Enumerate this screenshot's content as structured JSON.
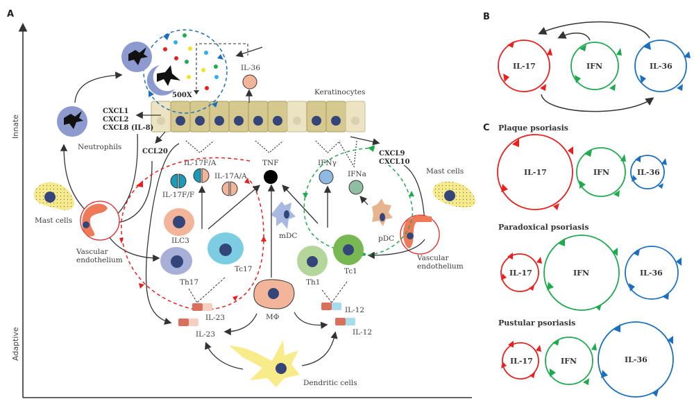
{
  "panels": {
    "a": "A",
    "b": "B",
    "c": "C"
  },
  "axis": {
    "innate": "Innate",
    "adaptive": "Adaptive"
  },
  "panel_a": {
    "magnification": "500X",
    "il36": "IL-36",
    "keratinocytes": "Keratinocytes",
    "chemokines_left": [
      "CXCL1",
      "CXCL2",
      "CXCL8 (IL-8)"
    ],
    "chemokines_right": [
      "CXCL9",
      "CXCL10"
    ],
    "neutrophils": "Neutrophils",
    "ccl20": "CCL20",
    "mast_cells_left": "Mast cells",
    "mast_cells_right": "Mast cells",
    "vascular_left": [
      "Vascular",
      "endothelium"
    ],
    "vascular_right": [
      "Vascular",
      "endothelium"
    ],
    "il17fa": "IL-17F/A",
    "il17ff": "IL-17F/F",
    "il17aa": "IL-17A/A",
    "tnf": "TNF",
    "ifng": "IFNγ",
    "ifna": "IFNa",
    "ilc3": "ILC3",
    "th17": "Th17",
    "tc17": "Tc17",
    "mdc": "mDC",
    "pdc": "pDC",
    "th1": "Th1",
    "tc1": "Tc1",
    "macrophage": "MΦ",
    "il23_a": "IL-23",
    "il23_b": "IL-23",
    "il12_a": "IL-12",
    "il12_b": "IL-12",
    "dendritic": "Dendritic cells"
  },
  "panel_b": {
    "loops": [
      "IL-17",
      "IFN",
      "IL-36"
    ]
  },
  "panel_c": {
    "subtypes": [
      {
        "title": "Plaque psoriasis",
        "loops": [
          "IL-17",
          "IFN",
          "IL-36"
        ],
        "relative_size": [
          3,
          2,
          1
        ]
      },
      {
        "title": "Paradoxical psoriasis",
        "loops": [
          "IL-17",
          "IFN",
          "IL-36"
        ],
        "relative_size": [
          1,
          3,
          2
        ]
      },
      {
        "title": "Pustular psoriasis",
        "loops": [
          "IL-17",
          "IFN",
          "IL-36"
        ],
        "relative_size": [
          1,
          1.5,
          3
        ]
      }
    ]
  },
  "colors": {
    "il17": "#e8201f",
    "ifn": "#1faa4f",
    "il36": "#1a6fbf",
    "keratinocyte": "#d6c98f",
    "nucleus": "#34457a",
    "neutrophil": "#8d9ad0",
    "mast": "#f5e98a",
    "vascular": "#ee7a5a"
  }
}
